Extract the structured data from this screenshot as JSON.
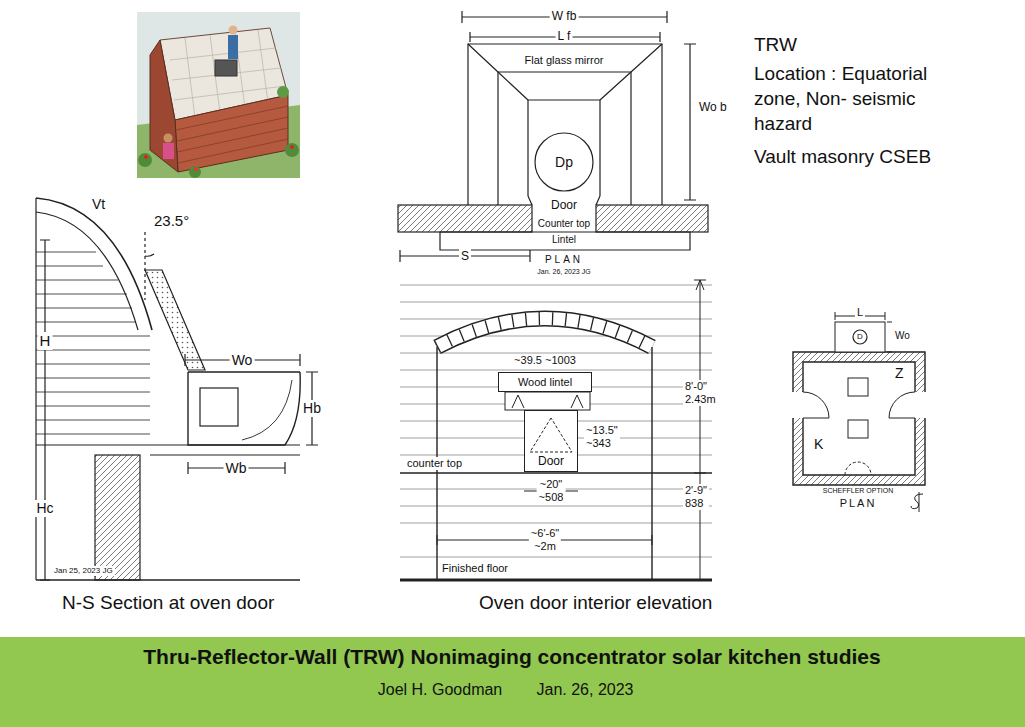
{
  "diagram": {
    "title": "Thru-Reflector-Wall (TRW) Nonimaging concentrator solar kitchen studies",
    "nodes": [
      {
        "text": [
          "Dp"
        ]
      },
      {
        "text": [
          "Wood lintel"
        ]
      },
      {
        "text": [
          "Door"
        ]
      },
      {
        "text": [
          "D"
        ]
      }
    ],
    "labels": [
      "W fb",
      "L f",
      "Flat glass mirror",
      "Wo b",
      "Door",
      "Counter top",
      "Lintel",
      "S",
      "PLAN",
      "Jan. 26, 2023 JG",
      "TRW",
      "Location : Equatorial zone, Non- seismic hazard",
      "Vault masonry CSEB",
      "Vt",
      "23.5°",
      "H",
      "Wo",
      "Hb",
      "Wb",
      "Hc",
      "Jan 25, 2023 JG",
      "N-S Section at oven door",
      "~39.5 ~1003",
      "~13.5\" ~343",
      "counter top",
      "~20\" ~508",
      "8'-0\" 2.43m",
      "2'-9\" 838",
      "~6'-6\" ~2m",
      "Finished floor",
      "Oven door interior elevation",
      "L",
      "Wo",
      "Z",
      "K",
      "SCHEFFLER OPTION",
      "PLAN",
      "Joel H. Goodman",
      "Jan. 26, 2023"
    ]
  }
}
